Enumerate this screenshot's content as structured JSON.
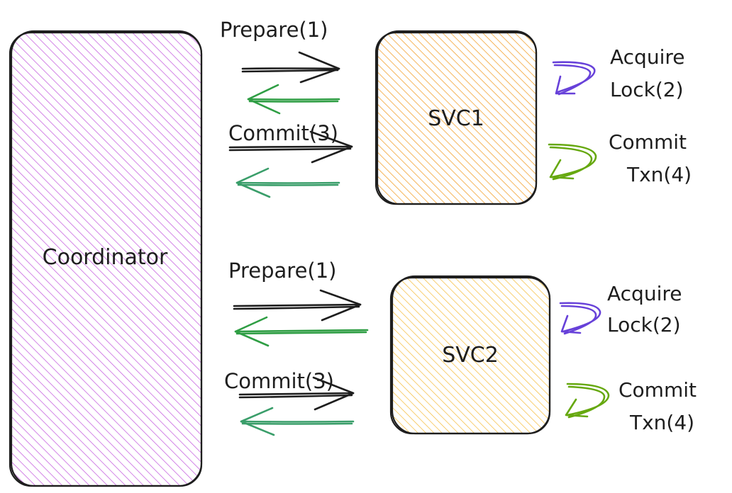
{
  "colors": {
    "ink": "#1e1e1e",
    "coordinator_hatch": "#be4bdb",
    "svc1_hatch": "#f08c00",
    "svc2_hatch": "#f5b82e",
    "response_arrow": "#2f9e44",
    "response_arrow_alt": "#3a9e6a",
    "lock_loop": "#6741d9",
    "commit_loop": "#66a80f"
  },
  "nodes": {
    "coordinator": {
      "label": "Coordinator"
    },
    "svc1": {
      "label": "SVC1"
    },
    "svc2": {
      "label": "SVC2"
    }
  },
  "messages": {
    "svc1_prepare": "Prepare(1)",
    "svc1_commit": "Commit(3)",
    "svc2_prepare": "Prepare(1)",
    "svc2_commit": "Commit(3)"
  },
  "steps": {
    "svc1_lock_line1": "Acquire",
    "svc1_lock_line2": "Lock(2)",
    "svc1_txn_line1": "Commit",
    "svc1_txn_line2": "Txn(4)",
    "svc2_lock_line1": "Acquire",
    "svc2_lock_line2": "Lock(2)",
    "svc2_txn_line1": "Commit",
    "svc2_txn_line2": "Txn(4)"
  }
}
